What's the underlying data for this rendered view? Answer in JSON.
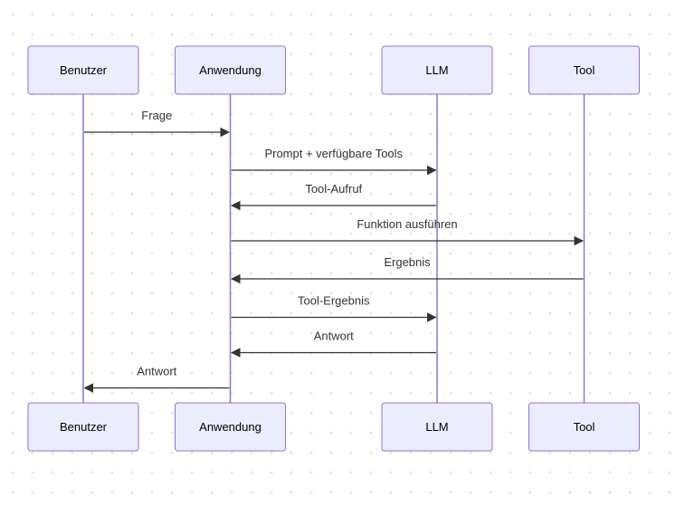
{
  "diagram": {
    "type": "sequence",
    "participants": [
      {
        "id": "benutzer",
        "label": "Benutzer"
      },
      {
        "id": "anwendung",
        "label": "Anwendung"
      },
      {
        "id": "llm",
        "label": "LLM"
      },
      {
        "id": "tool",
        "label": "Tool"
      }
    ],
    "messages": [
      {
        "from": "benutzer",
        "to": "anwendung",
        "label": "Frage"
      },
      {
        "from": "anwendung",
        "to": "llm",
        "label": "Prompt + verfügbare Tools"
      },
      {
        "from": "llm",
        "to": "anwendung",
        "label": "Tool-Aufruf"
      },
      {
        "from": "anwendung",
        "to": "tool",
        "label": "Funktion ausführen"
      },
      {
        "from": "tool",
        "to": "anwendung",
        "label": "Ergebnis"
      },
      {
        "from": "anwendung",
        "to": "llm",
        "label": "Tool-Ergebnis"
      },
      {
        "from": "llm",
        "to": "anwendung",
        "label": "Antwort"
      },
      {
        "from": "anwendung",
        "to": "benutzer",
        "label": "Antwort"
      }
    ],
    "colors": {
      "actor_fill": "#ececff",
      "actor_border": "#9370db",
      "lifeline": "#9370db",
      "message": "#333333"
    }
  }
}
